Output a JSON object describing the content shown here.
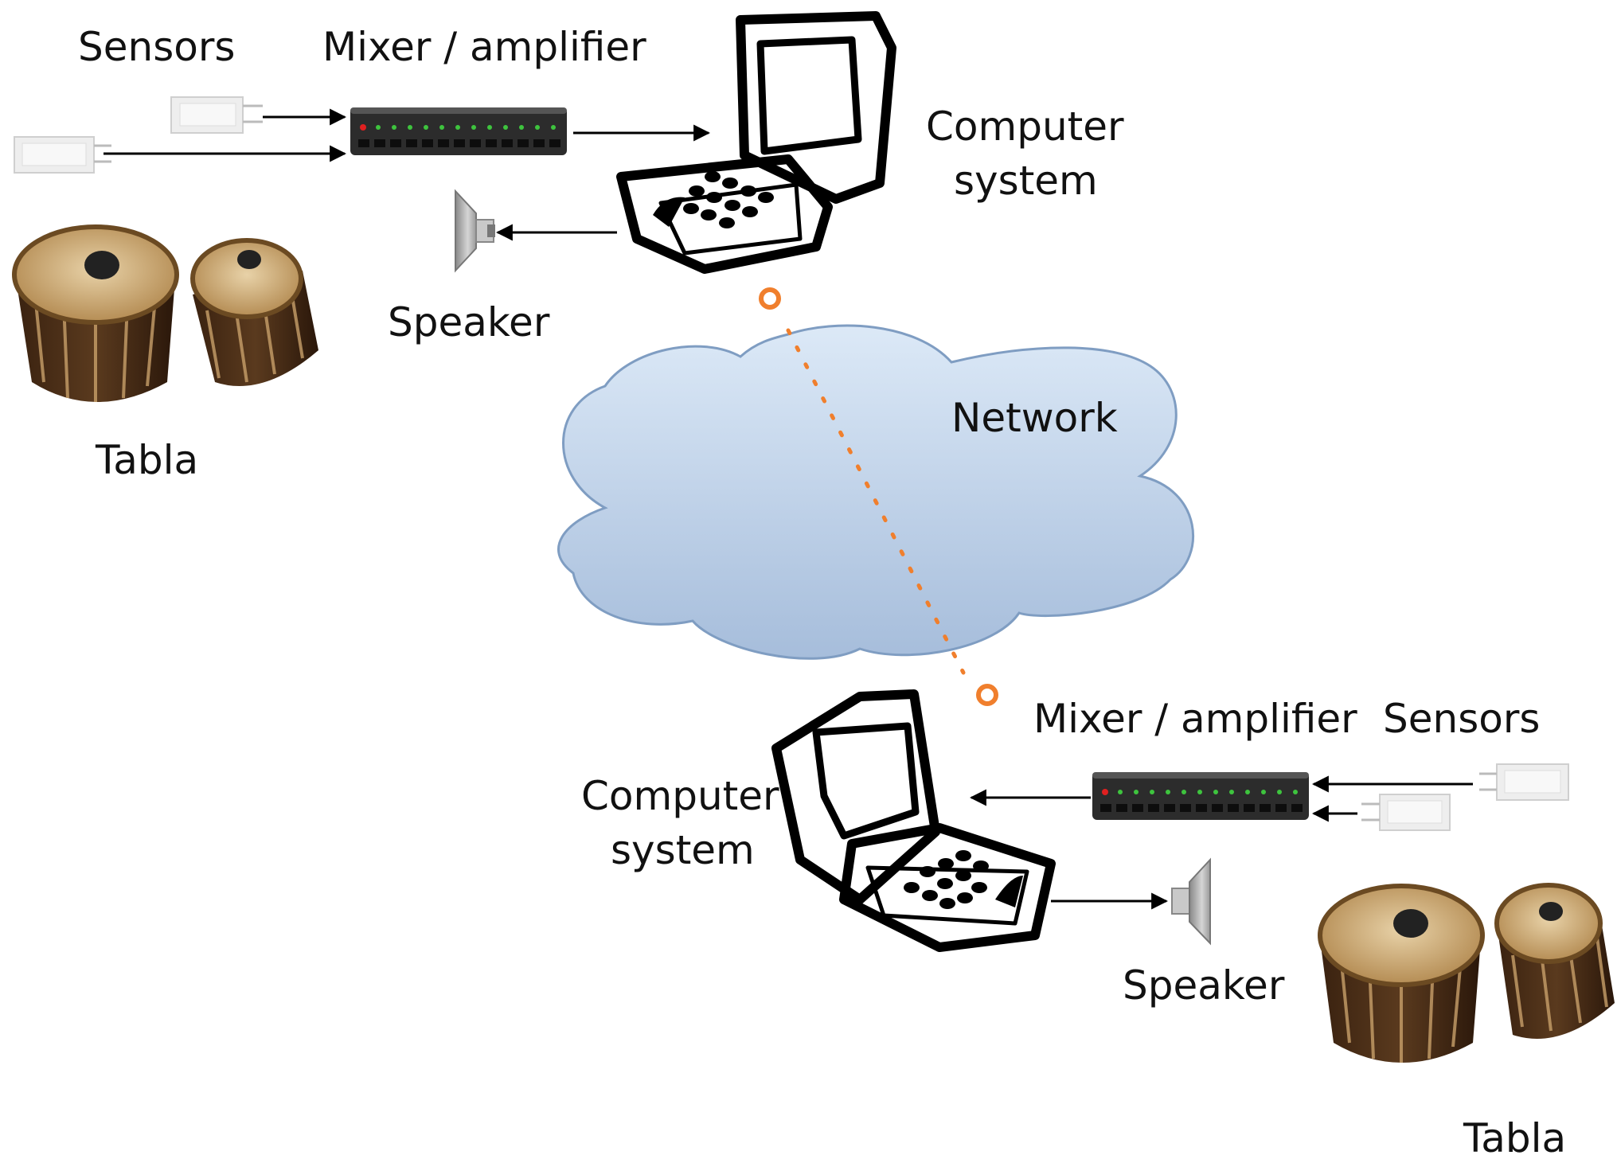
{
  "labels": {
    "sensors_top": "Sensors",
    "mixer_top": "Mixer / amplifier",
    "computer_top_line1": "Computer",
    "computer_top_line2": "system",
    "speaker_top": "Speaker",
    "tabla_top": "Tabla",
    "network": "Network",
    "mixer_bottom": "Mixer / amplifier",
    "sensors_bottom": "Sensors",
    "computer_bottom_line1": "Computer",
    "computer_bottom_line2": "system",
    "speaker_bottom": "Speaker",
    "tabla_bottom": "Tabla"
  },
  "colors": {
    "cloud_top": "#dce9f7",
    "cloud_bottom": "#a6bddb",
    "cloud_stroke": "#7f9dc2",
    "connection": "#f07f2d",
    "mixer_body": "#2c2c2c",
    "mixer_led": "#3ec43e",
    "mixer_led_red": "#e02020"
  },
  "icons": {
    "sensor": "sensor-icon",
    "mixer": "mixer-icon",
    "laptop": "laptop-icon",
    "speaker": "speaker-icon",
    "tabla": "tabla-icon",
    "cloud": "cloud-icon"
  }
}
